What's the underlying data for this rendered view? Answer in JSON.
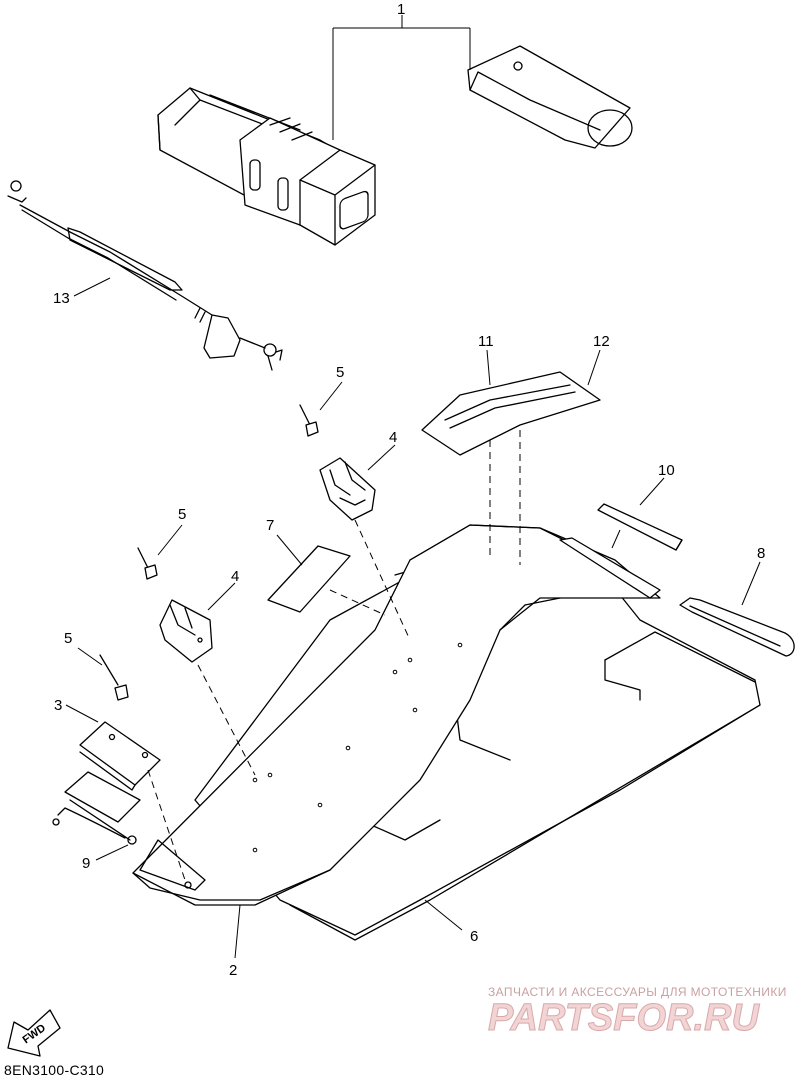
{
  "diagram": {
    "code": "8EN3100-C310",
    "fwd_label": "FWD"
  },
  "callouts": {
    "c1": "1",
    "c2": "2",
    "c3": "3",
    "c4a": "4",
    "c4b": "4",
    "c5a": "5",
    "c5b": "5",
    "c5c": "5",
    "c6": "6",
    "c7": "7",
    "c8": "8",
    "c9": "9",
    "c10": "10",
    "c11": "11",
    "c12": "12",
    "c13": "13"
  },
  "watermark": {
    "caption": "ЗАПЧАСТИ И АКСЕССУАРЫ ДЛЯ МОТОТЕХНИКИ",
    "logo_text": "PARTSFOR.RU",
    "color": "#c9a0a2"
  }
}
